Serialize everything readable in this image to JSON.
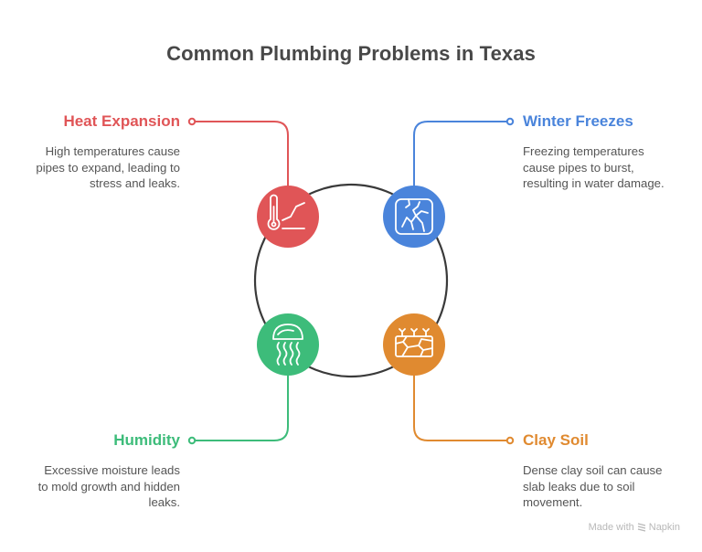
{
  "title": "Common Plumbing Problems in Texas",
  "items": [
    {
      "label": "Heat Expansion",
      "description": "High temperatures cause pipes to expand, leading to stress and leaks.",
      "color": "#e05557",
      "icon": "thermometer-rising-icon"
    },
    {
      "label": "Winter Freezes",
      "description": "Freezing temperatures cause pipes to burst, resulting in water damage.",
      "color": "#4a84db",
      "icon": "cracked-ice-icon"
    },
    {
      "label": "Humidity",
      "description": "Excessive moisture leads to mold growth and hidden leaks.",
      "color": "#3dbc7a",
      "icon": "jellyfish-moisture-icon"
    },
    {
      "label": "Clay Soil",
      "description": "Dense clay soil can cause slab leaks due to soil movement.",
      "color": "#e08a30",
      "icon": "cracked-soil-icon"
    }
  ],
  "ring_color": "#3a3a3a",
  "footer": {
    "prefix": "Made with",
    "brand": "Napkin"
  }
}
